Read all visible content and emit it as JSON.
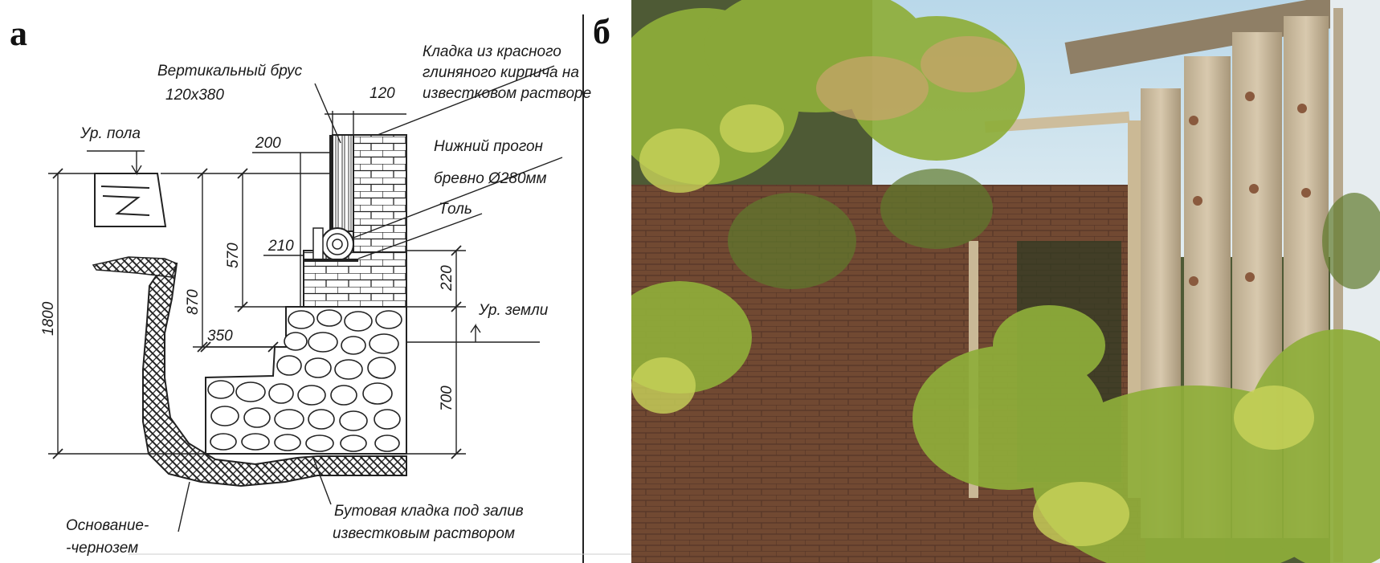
{
  "panels": {
    "a": "а",
    "b": "б"
  },
  "drawing": {
    "labels": {
      "brick_masonry": [
        "Кладка из красного",
        "глиняного кирпича на",
        "известковом растворе"
      ],
      "vertical_beam": [
        "Вертикальный брус",
        "120х380"
      ],
      "floor_level": "Ур. пола",
      "bottom_girt": [
        "Нижний прогон",
        "бревно Ø280мм"
      ],
      "roofing_felt": "Толь",
      "ground_level": "Ур. земли",
      "base": [
        "Основание-",
        "-чернозем"
      ],
      "rubble": [
        "Бутовая кладка под залив",
        "известковым раствором"
      ]
    },
    "dimensions": {
      "d120": "120",
      "d200": "200",
      "d210": "210",
      "d220": "220",
      "d350": "350",
      "d570": "570",
      "d870": "870",
      "d1800": "1800",
      "d700": "700"
    }
  },
  "photo": {
    "colors": {
      "foliage": "#8fae3a",
      "wood": "#c8b79a",
      "brick": "#8a5a3e",
      "sky": "#cfe4ef"
    }
  }
}
